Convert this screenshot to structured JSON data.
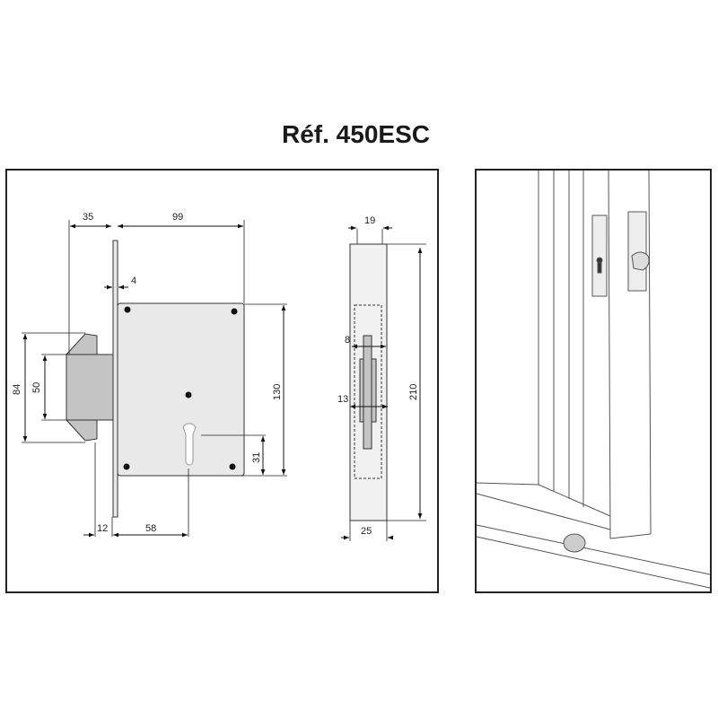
{
  "title": "Réf. 450ESC",
  "dimensions": {
    "bolt_projection": "35",
    "case_depth": "99",
    "faceplate_thickness": "4",
    "bolt_height_outer": "84",
    "bolt_height_inner": "50",
    "case_height": "130",
    "cylinder_offset": "31",
    "backset_offset": "12",
    "backset": "58",
    "case_width": "19",
    "bolt_width": "8",
    "bolt_body": "13",
    "faceplate_height": "210",
    "faceplate_width": "25"
  },
  "colors": {
    "case": "#e9e9e9",
    "bolt": "#c4c4c4",
    "line": "#111111"
  }
}
